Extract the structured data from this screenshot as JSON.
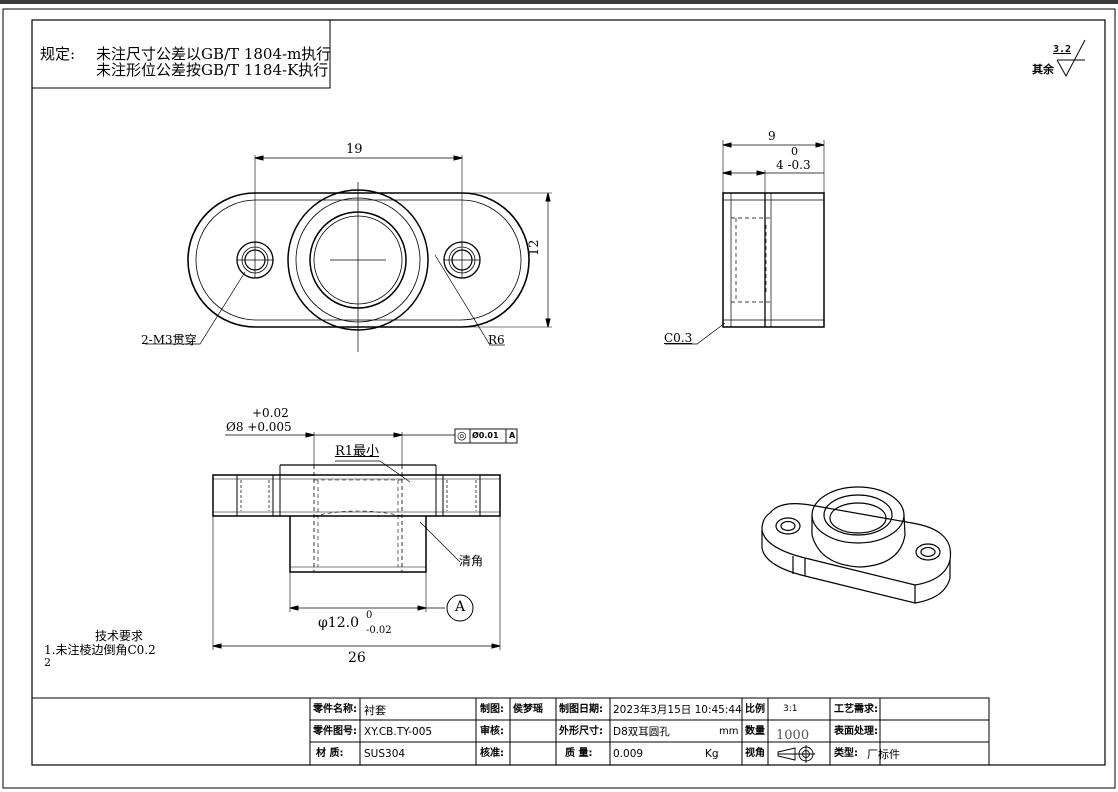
{
  "notes": {
    "spec_label": "规定:",
    "spec_line1": "未注尺寸公差以GB/T 1804-m执行",
    "spec_line2": "未注形位公差按GB/T 1184-K执行",
    "roughness_value": "3.2",
    "roughness_rest": "其余"
  },
  "front_view": {
    "width_dim": "19",
    "height_dim": "12",
    "hole_note": "2-M3贯穿",
    "radius_note": "R6"
  },
  "side_view": {
    "total_dim": "9",
    "tol_upper": "0",
    "tol_main": "4 -0.3",
    "chamfer_note": "C0.3"
  },
  "section_view": {
    "bore_tol_upper": "+0.02",
    "bore_dim": "Ø8 +0.005",
    "gdt_symbol": "◎",
    "gdt_value": "Ø0.01",
    "gdt_datum": "A",
    "fillet_note": "R1最小",
    "relief_note": "清角",
    "boss_dim": "φ12.0",
    "boss_tol_upper": "0",
    "boss_tol_lower": "-0.02",
    "datum_label": "A",
    "overall_dim": "26"
  },
  "tech_req": {
    "title": "技术要求",
    "item1": "1.未注棱边倒角C0.2",
    "item2": "2"
  },
  "title_block": {
    "part_name_label": "零件名称:",
    "part_name": "衬套",
    "draw_label": "制图:",
    "drafter": "侯梦瑶",
    "date_label": "制图日期:",
    "date": "2023年3月15日 10:45:44",
    "scale_label": "比例",
    "scale": "3:1",
    "process_label": "工艺需求:",
    "process": "",
    "part_no_label": "零件图号:",
    "part_no": "XY.CB.TY-005",
    "review_label": "审核:",
    "reviewer": "",
    "size_label": "外形尺寸:",
    "size": "D8双耳圆孔",
    "size_unit": "mm",
    "qty_label": "数量",
    "qty": "1000",
    "surface_label": "表面处理:",
    "surface": "",
    "material_label": "材 质:",
    "material": "SUS304",
    "approve_label": "核准:",
    "approver": "",
    "weight_label": "质 量:",
    "weight": "0.009",
    "weight_unit": "Kg",
    "view_label": "视角",
    "type_label": "类型:",
    "type": "厂标件"
  }
}
